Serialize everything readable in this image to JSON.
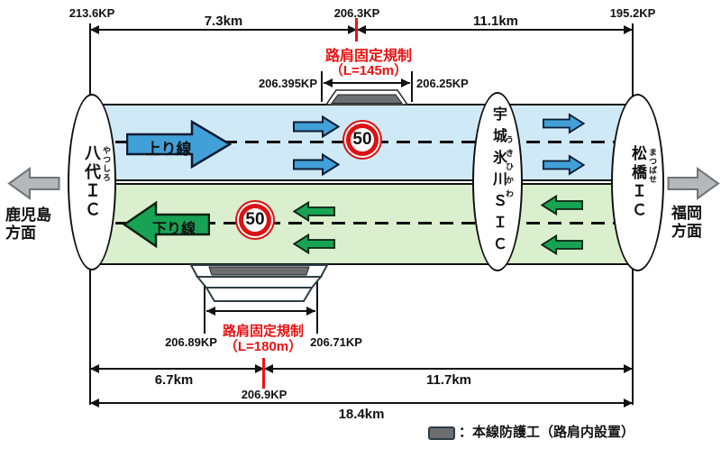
{
  "header": {
    "kp_left": "213.6KP",
    "kp_mid": "206.3KP",
    "kp_right": "195.2KP",
    "dist_left": "7.3km",
    "dist_right": "11.1km"
  },
  "regulation_up": {
    "title": "路肩固定規制",
    "length": "（L=145m）",
    "kp_start": "206.395KP",
    "kp_end": "206.25KP"
  },
  "regulation_down": {
    "title": "路肩固定規制",
    "length": "（L=180m）",
    "kp_start": "206.89KP",
    "kp_end": "206.71KP"
  },
  "road": {
    "up_label": "上り線",
    "down_label": "下り線",
    "speed_limit": "50"
  },
  "interchanges": {
    "left": {
      "name": "八代ＩＣ",
      "furigana": "やつしろ"
    },
    "middle": {
      "name": "宇城氷川ＳＩＣ",
      "furigana": "うきひかわ"
    },
    "right": {
      "name": "松橋ＩＣ",
      "furigana": "まつばせ"
    }
  },
  "directions": {
    "left": {
      "line1": "鹿児島",
      "line2": "方面"
    },
    "right": {
      "line1": "福岡",
      "line2": "方面"
    }
  },
  "footer": {
    "dist_left": "6.7km",
    "dist_right": "11.7km",
    "kp_mid": "206.9KP",
    "dist_total": "18.4km"
  },
  "legend": {
    "label": "：本線防護工（路肩内設置）"
  },
  "colors": {
    "up_band": "#cfe9f7",
    "down_band": "#daefcd",
    "up_arrow": "#41a0d8",
    "down_arrow": "#17a254",
    "direction_arrow": "#b5b8ba",
    "regulation_text": "#ed1111",
    "protection_work": "#6d6e71",
    "sign_red": "#dc1212"
  }
}
